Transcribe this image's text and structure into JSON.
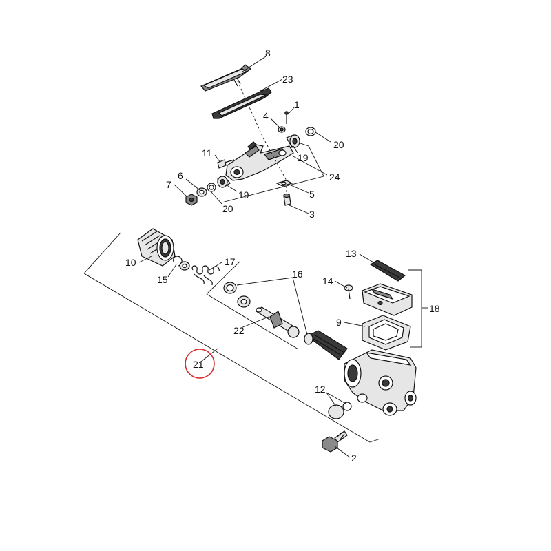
{
  "diagram": {
    "highlight_color": "#d42a2a",
    "highlighted_label": "21",
    "callouts": {
      "c1": "1",
      "c2": "2",
      "c3": "3",
      "c4": "4",
      "c5": "5",
      "c6": "6",
      "c7": "7",
      "c8": "8",
      "c9": "9",
      "c10": "10",
      "c11": "11",
      "c12": "12",
      "c13": "13",
      "c14": "14",
      "c15": "15",
      "c16": "16",
      "c17": "17",
      "c18": "18",
      "c19a": "19",
      "c19b": "19",
      "c20a": "20",
      "c20b": "20",
      "c21": "21",
      "c22": "22",
      "c23": "23",
      "c24": "24"
    }
  }
}
